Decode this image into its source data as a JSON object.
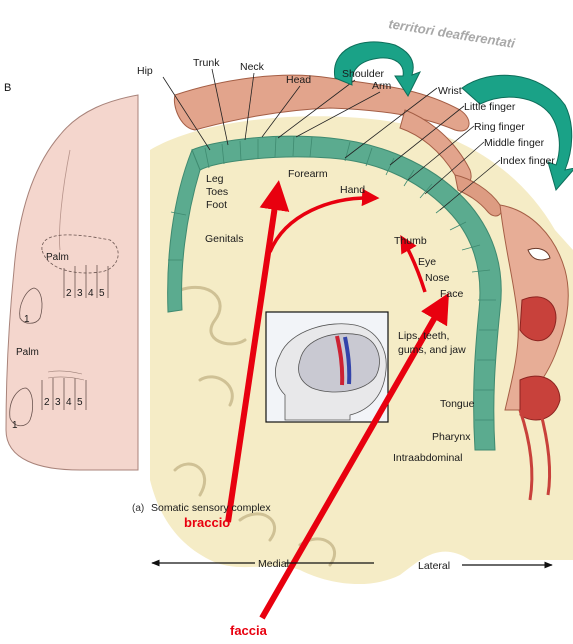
{
  "panel_letter": "B",
  "overlay_title": "territori deafferentati",
  "caption_prefix": "(a)",
  "caption": "Somatic sensory complex",
  "axis": {
    "medial": "Medial",
    "lateral": "Lateral"
  },
  "arrow_labels": {
    "arm": "braccio",
    "face": "faccia"
  },
  "hand_sketch": {
    "palm_upper": "Palm",
    "palm_lower": "Palm",
    "digits_upper": [
      "1",
      "2",
      "3",
      "4",
      "5"
    ],
    "digits_lower": [
      "1",
      "2",
      "3",
      "4",
      "5"
    ]
  },
  "homunculus_outer_labels": [
    "Hip",
    "Trunk",
    "Neck",
    "Head",
    "Shoulder",
    "Arm",
    "Wrist",
    "Little finger",
    "Ring finger",
    "Middle finger",
    "Index finger"
  ],
  "homunculus_inner_labels": [
    "Leg",
    "Toes",
    "Foot",
    "Genitals",
    "Forearm",
    "Hand",
    "Thumb",
    "Eye",
    "Nose",
    "Face",
    "Lips, teeth,",
    "gums, and jaw",
    "Tongue",
    "Pharynx",
    "Intraabdominal"
  ],
  "colors": {
    "cortex": "#5bab8f",
    "brain_tissue": "#f5ecc6",
    "arrow_red": "#e8000f",
    "swirl_teal": "#1aa287",
    "skin": "#f4d6cd"
  }
}
